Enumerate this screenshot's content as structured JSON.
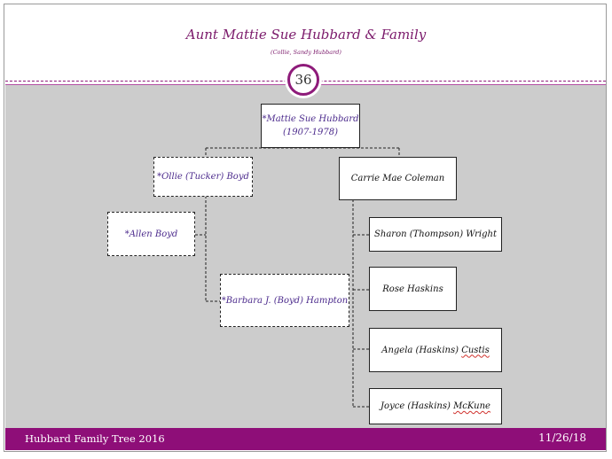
{
  "header": {
    "title": "Aunt Mattie Sue Hubbard & Family",
    "subtitle": "(Collie, Sandy Hubbard)",
    "page_number": "36"
  },
  "tree": {
    "root": {
      "name": "*Mattie Sue Hubbard",
      "years": "(1907-1978)"
    },
    "spouse_left": {
      "name": "*Ollie (Tucker) Boyd"
    },
    "spouse_right": {
      "name": "Carrie Mae  Coleman"
    },
    "left_children": [
      {
        "name": "*Allen Boyd"
      },
      {
        "name": "*Barbara J. (Boyd) Hampton"
      }
    ],
    "right_children": [
      {
        "name": "Sharon (Thompson) Wright"
      },
      {
        "name": "Rose Haskins"
      },
      {
        "name_prefix": "Angela (Haskins) ",
        "name_surname": "Custis"
      },
      {
        "name_prefix": "Joyce (Haskins) ",
        "name_surname": "McKune"
      }
    ]
  },
  "footer": {
    "left": "Hubbard Family Tree 2016",
    "right": "11/26/18"
  },
  "colors": {
    "accent": "#8e0e78",
    "background": "#cccccc"
  }
}
